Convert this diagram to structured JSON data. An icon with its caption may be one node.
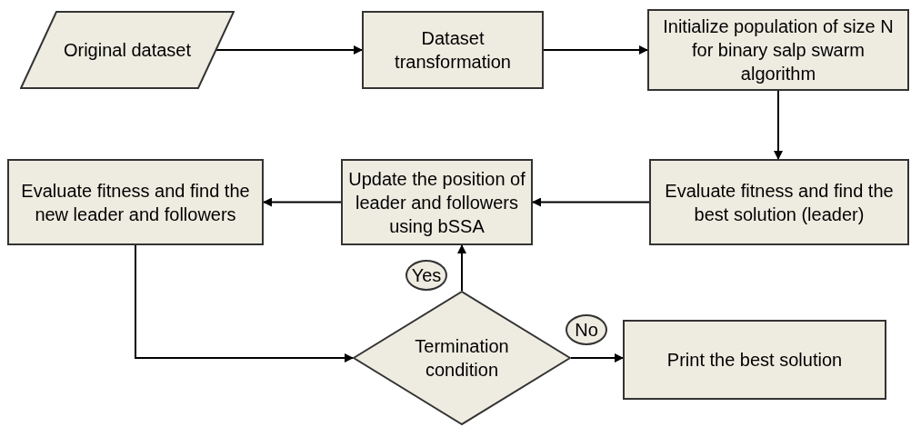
{
  "diagram": {
    "nodes": [
      {
        "text": [
          "Original dataset"
        ]
      },
      {
        "text": [
          "Dataset transformation"
        ]
      },
      {
        "text": [
          "Initialize population of size N for binary salp swarm algorithm"
        ]
      },
      {
        "text": [
          "Evaluate fitness and find the best solution (leader)"
        ]
      },
      {
        "text": [
          "Update the position of leader and followers using bSSA"
        ]
      },
      {
        "text": [
          "Evaluate fitness and find the new leader and followers"
        ]
      },
      {
        "text": [
          "Termination condition"
        ]
      },
      {
        "text": [
          "Print the best solution"
        ]
      }
    ],
    "edges": [
      {
        "from": 0,
        "to": 1,
        "arrow": "to"
      },
      {
        "from": 1,
        "to": 2,
        "arrow": "to"
      },
      {
        "from": 2,
        "to": 3,
        "arrow": "to"
      },
      {
        "from": 3,
        "to": 4,
        "arrow": "to"
      },
      {
        "from": 4,
        "to": 5,
        "arrow": "to"
      },
      {
        "from": 5,
        "to": 6,
        "arrow": "to"
      },
      {
        "from": 6,
        "to": 4,
        "arrow": "to",
        "label": "Yes"
      },
      {
        "from": 6,
        "to": 7,
        "arrow": "to",
        "label": "No"
      }
    ]
  }
}
